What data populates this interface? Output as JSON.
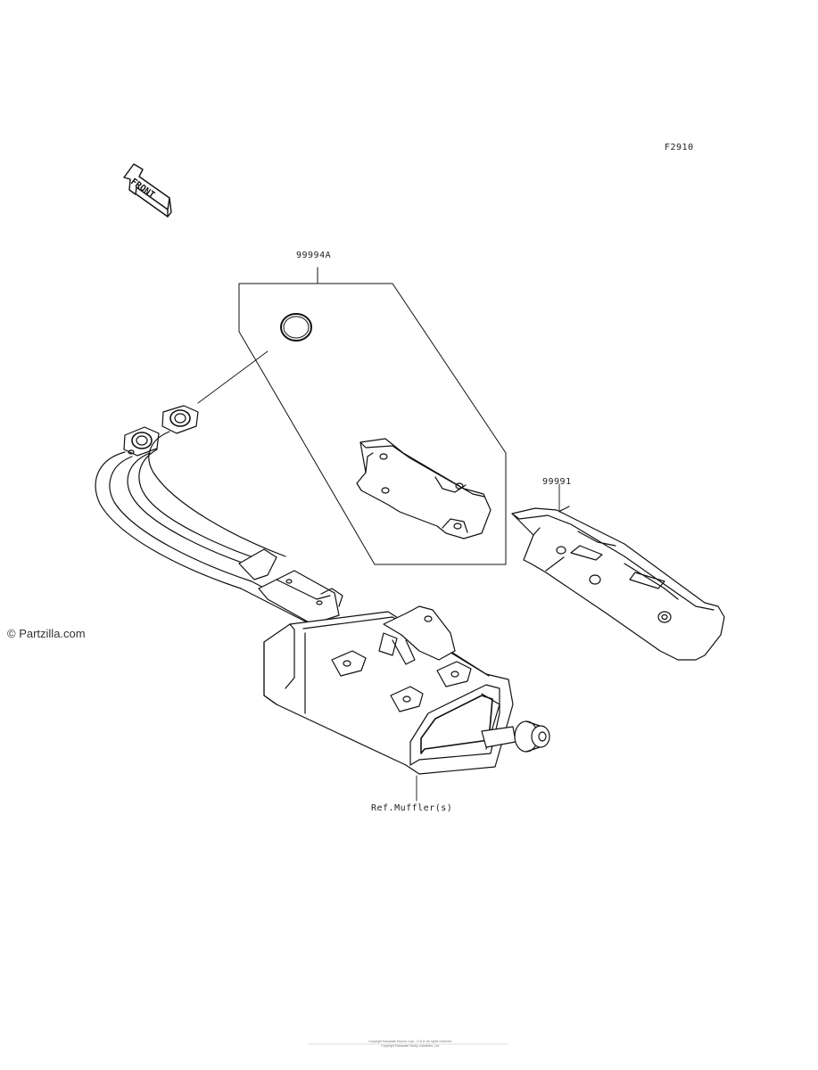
{
  "figure": {
    "code": "F2910",
    "front_label": "FRONT"
  },
  "callouts": {
    "kit_a": "99994A",
    "kit_b": "99991",
    "reference": "Ref.Muffler(s)"
  },
  "watermark": "© Partzilla.com",
  "footer": {
    "line1": "Copyright Kawasaki Motors Corp., U.S.A. All rights reserved.",
    "line2": "Copyright Kawasaki Heavy Industries, Ltd."
  }
}
